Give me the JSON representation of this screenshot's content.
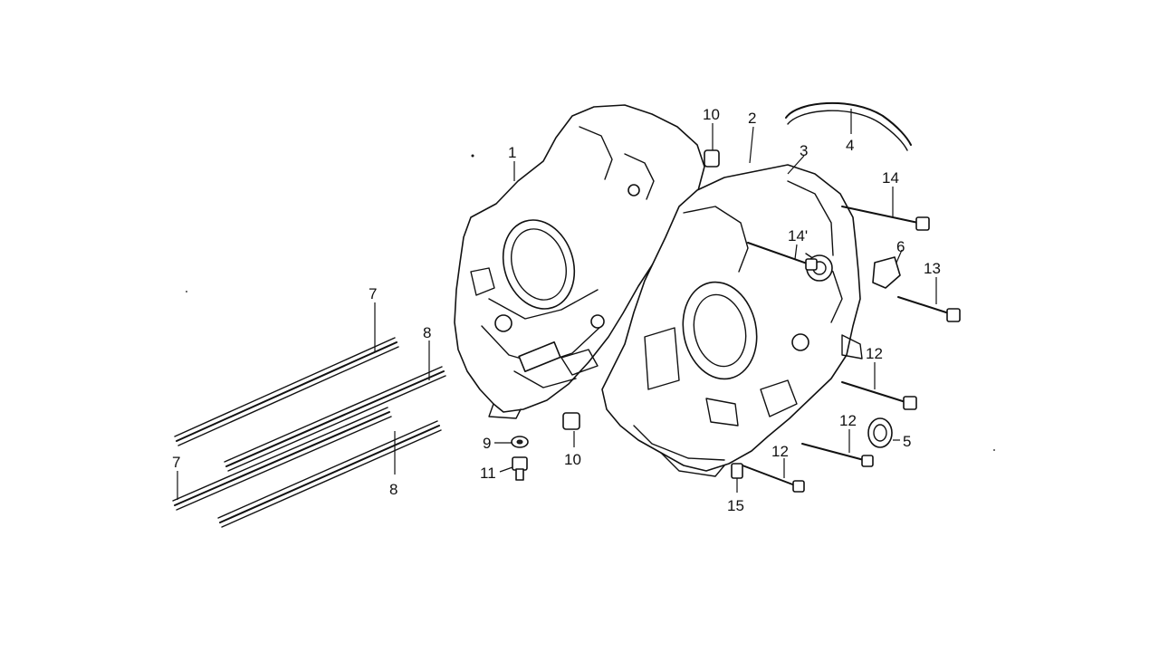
{
  "diagram": {
    "labels": [
      {
        "id": "l1",
        "text": "1"
      },
      {
        "id": "l2",
        "text": "2"
      },
      {
        "id": "l3",
        "text": "3"
      },
      {
        "id": "l4",
        "text": "4"
      },
      {
        "id": "l5",
        "text": "5"
      },
      {
        "id": "l6",
        "text": "6"
      },
      {
        "id": "l7a",
        "text": "7"
      },
      {
        "id": "l7b",
        "text": "7"
      },
      {
        "id": "l8a",
        "text": "8"
      },
      {
        "id": "l8b",
        "text": "8"
      },
      {
        "id": "l9",
        "text": "9"
      },
      {
        "id": "l10a",
        "text": "10"
      },
      {
        "id": "l10b",
        "text": "10"
      },
      {
        "id": "l11",
        "text": "11"
      },
      {
        "id": "l12a",
        "text": "12"
      },
      {
        "id": "l12b",
        "text": "12"
      },
      {
        "id": "l12c",
        "text": "12"
      },
      {
        "id": "l13",
        "text": "13"
      },
      {
        "id": "l14a",
        "text": "14"
      },
      {
        "id": "l14b",
        "text": "14'"
      },
      {
        "id": "l15",
        "text": "15"
      }
    ],
    "colors": {
      "ink": "#111111",
      "paper": "#ffffff"
    }
  }
}
